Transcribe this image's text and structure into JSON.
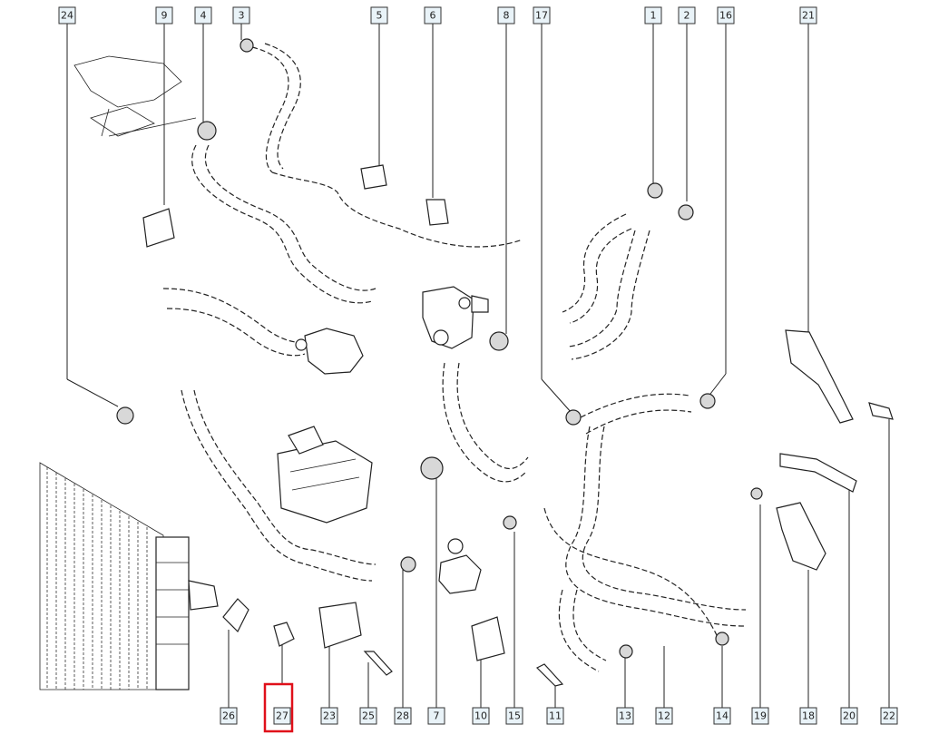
{
  "diagram": {
    "callouts_top": [
      "24",
      "9",
      "4",
      "3",
      "5",
      "6",
      "8",
      "17",
      "1",
      "2",
      "16",
      "21"
    ],
    "callouts_bottom": [
      "26",
      "27",
      "23",
      "25",
      "28",
      "7",
      "10",
      "15",
      "11",
      "13",
      "12",
      "14",
      "19",
      "18",
      "20",
      "22"
    ],
    "highlighted_callout": "27",
    "highlight_color": "#e0101a",
    "callout_fill": "#e9f3f8"
  }
}
